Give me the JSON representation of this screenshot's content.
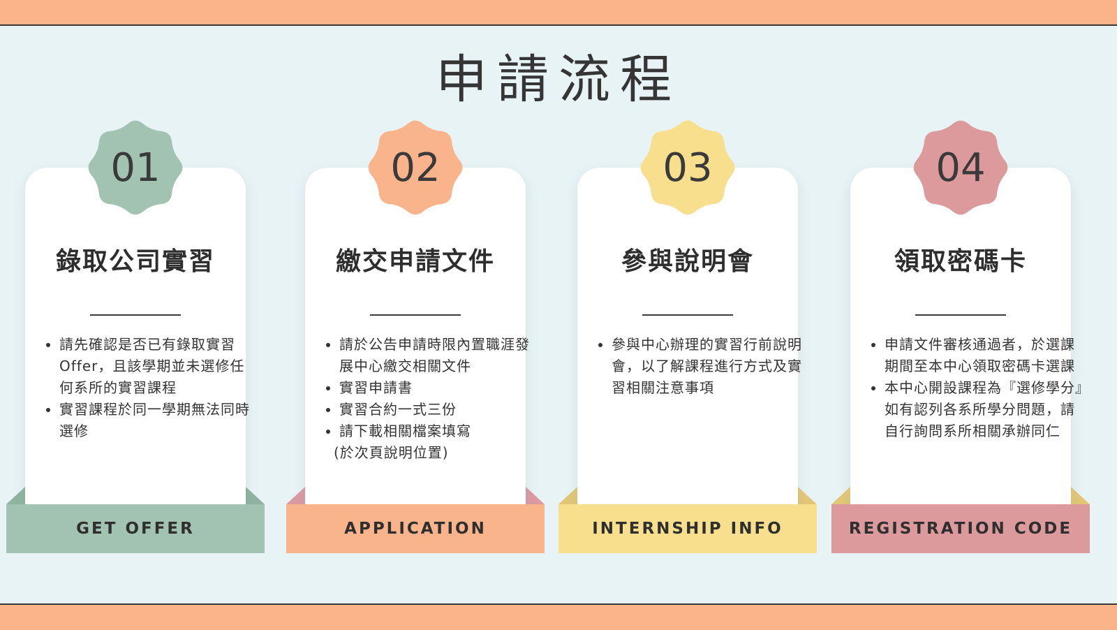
{
  "title": "申請流程",
  "colors": {
    "band": "#fbb38a",
    "background": "#e8f3f5",
    "card": "#ffffff"
  },
  "steps": [
    {
      "number": "01",
      "heading": "錄取公司實習",
      "ribbon": "GET OFFER",
      "color": "#a3c3b2",
      "fold_color": "#8fb3a0",
      "bullets": [
        "請先確認是否已有錄取實習Offer，且該學期並未選修任何系所的實習課程",
        "實習課程於同一學期無法同時選修"
      ],
      "note": ""
    },
    {
      "number": "02",
      "heading": "繳交申請文件",
      "ribbon": "APPLICATION",
      "color": "#f9b48b",
      "fold_color": "#dc9aa1",
      "bullets": [
        "請於公告申請時限內置職涯發展中心繳交相關文件",
        "實習申請書",
        "實習合約一式三份",
        "請下載相關檔案填寫"
      ],
      "note": "(於次頁說明位置)"
    },
    {
      "number": "03",
      "heading": "參與說明會",
      "ribbon": "INTERNSHIP INFO",
      "color": "#f8df8e",
      "fold_color": "#e3c777",
      "bullets": [
        "參與中心辦理的實習行前說明會，以了解課程進行方式及實習相關注意事項"
      ],
      "note": ""
    },
    {
      "number": "04",
      "heading": "領取密碼卡",
      "ribbon": "REGISTRATION CODE",
      "color": "#dc9a9c",
      "fold_color": "#e3c777",
      "bullets": [
        "申請文件審核通過者，於選課期間至本中心領取密碼卡選課",
        "本中心開設課程為『選修學分』如有認列各系所學分問題，請自行詢問系所相關承辦同仁"
      ],
      "note": ""
    }
  ]
}
